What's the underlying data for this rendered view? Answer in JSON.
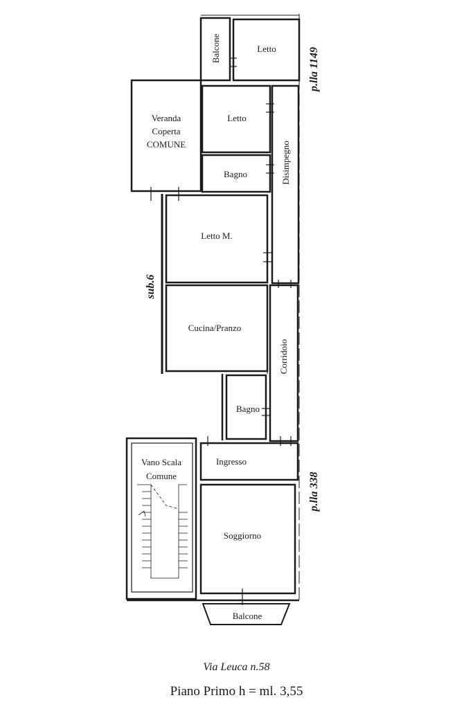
{
  "rooms": {
    "balcone_top": "Balcone",
    "letto_top": "Letto",
    "letto_mid": "Letto",
    "veranda_l1": "Veranda",
    "veranda_l2": "Coperta",
    "veranda_l3": "COMUNE",
    "bagno_upper": "Bagno",
    "disimpegno": "Disimpegno",
    "letto_m": "Letto M.",
    "cucina": "Cucina/Pranzo",
    "corridoio": "Corridoio",
    "bagno_lower": "Bagno",
    "vano_l1": "Vano Scala",
    "vano_l2": "Comune",
    "ingresso": "Ingresso",
    "soggiorno": "Soggiorno",
    "balcone_bottom": "Balcone"
  },
  "boundaries": {
    "p_lla_top": "p.lla 1149",
    "p_lla_bottom": "p.lla 338",
    "sub": "sub.6"
  },
  "caption": {
    "address": "Via Leuca n.58",
    "floor": "Piano Primo h = ml. 3,55"
  }
}
